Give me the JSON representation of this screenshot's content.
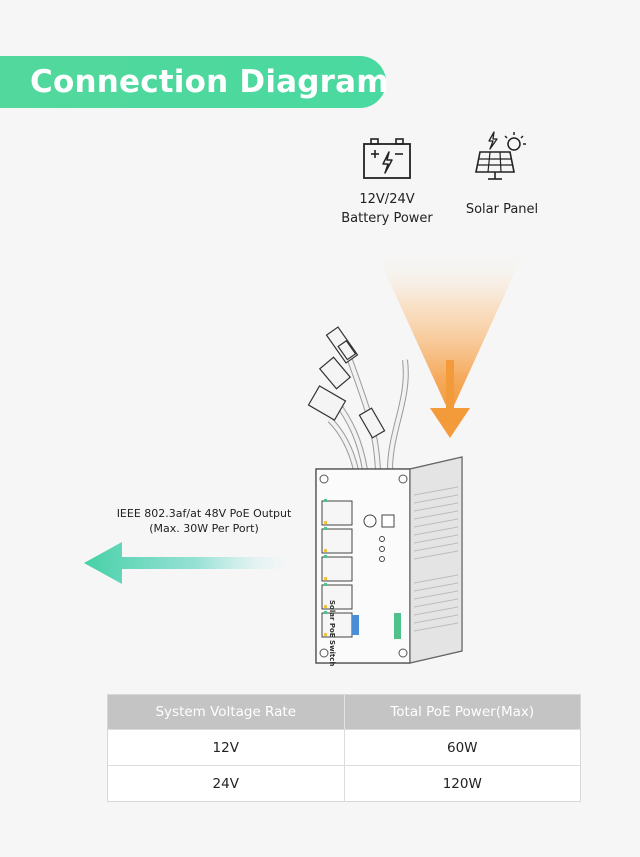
{
  "title": "Connection Diagram",
  "power_sources": [
    {
      "label_line1": "12V/24V",
      "label_line2": "Battery Power",
      "icon": "battery-icon"
    },
    {
      "label_line1": "Solar Panel",
      "icon": "solar-panel-icon"
    }
  ],
  "poe_output": {
    "line1": "IEEE 802.3af/at 48V PoE Output",
    "line2": "(Max. 30W Per Port)"
  },
  "device": {
    "name": "Solar PoE Switch",
    "icon": "poe-switch-device-image"
  },
  "colors": {
    "banner": "#52d89c",
    "input_arrow": "#f39a3a",
    "output_arrow": "#4fd3a6",
    "table_header": "#c4c4c4"
  },
  "table": {
    "headers": [
      "System Voltage Rate",
      "Total PoE Power(Max)"
    ],
    "rows": [
      [
        "12V",
        "60W"
      ],
      [
        "24V",
        "120W"
      ]
    ]
  }
}
